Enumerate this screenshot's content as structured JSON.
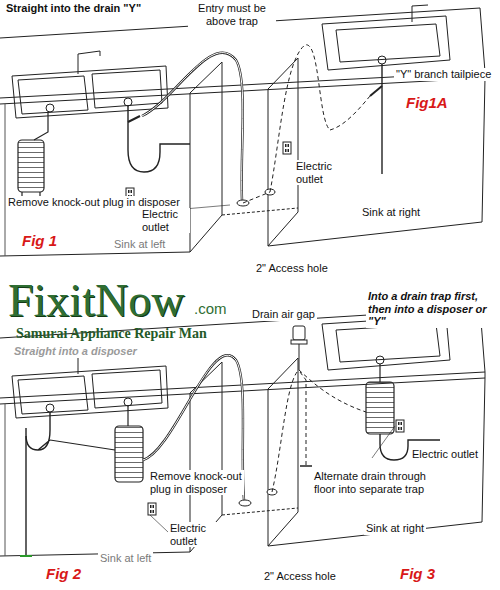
{
  "diagram": {
    "labels": [
      "Straight into the drain \"Y\"",
      "Entry must be above trap",
      "\"Y\" branch tailpiece",
      "Fig1A",
      "Remove knock-out plug in disposer",
      "Electric outlet",
      "Electric outlet",
      "Sink at right",
      "Fig 1",
      "Sink at left",
      "2\" Access hole",
      "FixitNow",
      ".com",
      "Samurai Appliance Repair Man",
      "Drain air gap",
      "Into a drain trap first, then into a disposer or \"Y\"",
      "Straight into a disposer",
      "Electric outlet",
      "Remove knock-out plug in disposer",
      "Alternate drain through floor into separate trap",
      "Electric outlet",
      "Sink at right",
      "Sink at left",
      "2\" Access hole",
      "Fig 2",
      "Fig 3"
    ]
  }
}
